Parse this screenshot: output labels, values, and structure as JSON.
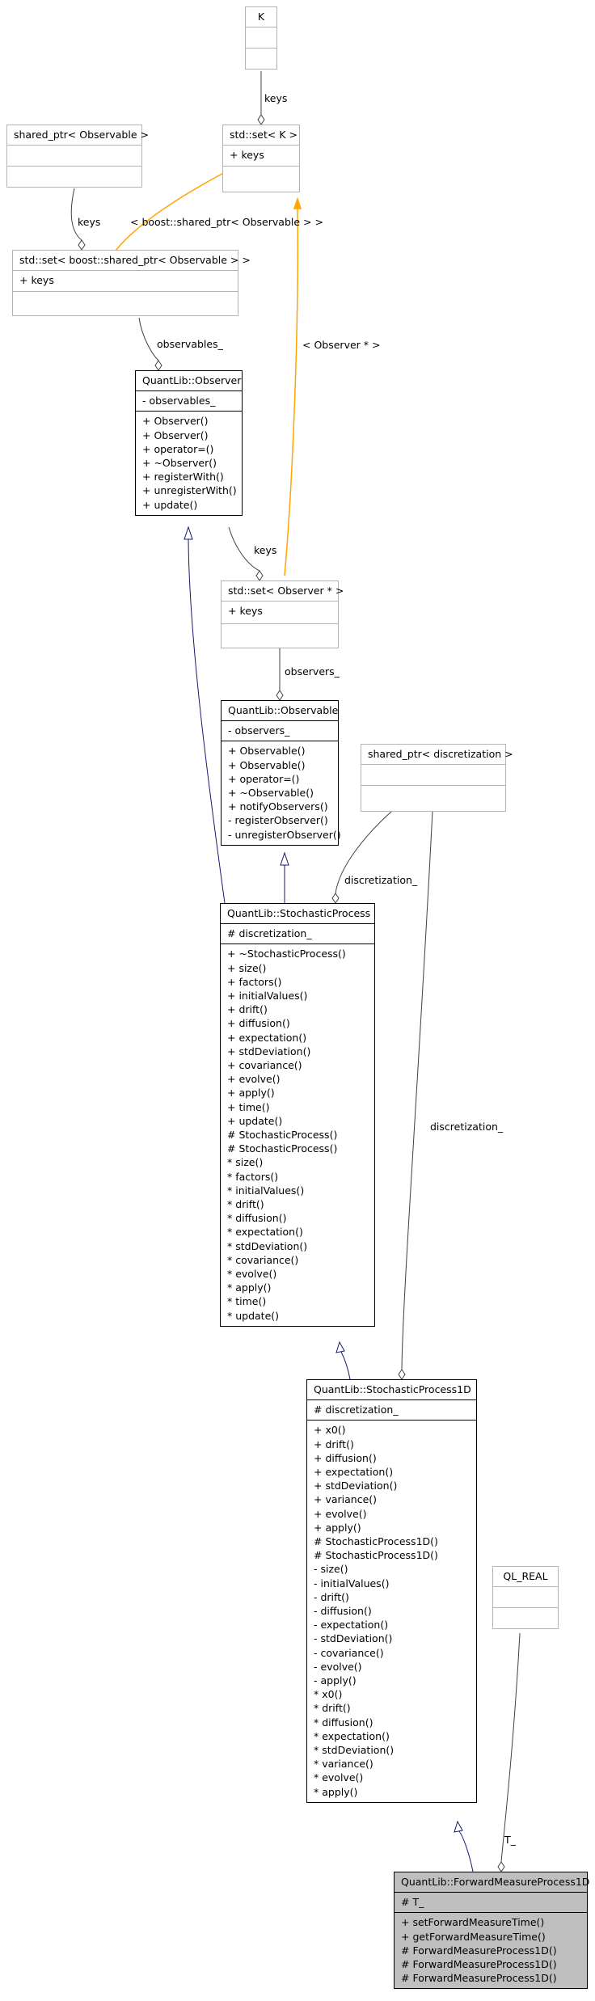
{
  "boxes": {
    "k": {
      "title": "K",
      "attributes": [],
      "methods": []
    },
    "set_k": {
      "title": "std::set< K >",
      "attributes": [
        "+ keys"
      ],
      "methods": []
    },
    "shared_obs": {
      "title": "shared_ptr< Observable >",
      "attributes": [],
      "methods": []
    },
    "set_shared_obs": {
      "title": "std::set< boost::shared_ptr< Observable > >",
      "attributes": [
        "+ keys"
      ],
      "methods": []
    },
    "observer": {
      "title": "QuantLib::Observer",
      "attributes": [
        "- observables_"
      ],
      "methods": [
        "+ Observer()",
        "+ Observer()",
        "+ operator=()",
        "+ ~Observer()",
        "+ registerWith()",
        "+ unregisterWith()",
        "+ update()"
      ]
    },
    "set_observer_ptr": {
      "title": "std::set< Observer * >",
      "attributes": [
        "+ keys"
      ],
      "methods": []
    },
    "observable": {
      "title": "QuantLib::Observable",
      "attributes": [
        "- observers_"
      ],
      "methods": [
        "+ Observable()",
        "+ Observable()",
        "+ operator=()",
        "+ ~Observable()",
        "+ notifyObservers()",
        "- registerObserver()",
        "- unregisterObserver()"
      ]
    },
    "shared_disc": {
      "title": "shared_ptr< discretization >",
      "attributes": [],
      "methods": []
    },
    "stochastic": {
      "title": "QuantLib::StochasticProcess",
      "attributes": [
        "# discretization_"
      ],
      "methods": [
        "+ ~StochasticProcess()",
        "+ size()",
        "+ factors()",
        "+ initialValues()",
        "+ drift()",
        "+ diffusion()",
        "+ expectation()",
        "+ stdDeviation()",
        "+ covariance()",
        "+ evolve()",
        "+ apply()",
        "+ time()",
        "+ update()",
        "# StochasticProcess()",
        "# StochasticProcess()",
        "* size()",
        "* factors()",
        "* initialValues()",
        "* drift()",
        "* diffusion()",
        "* expectation()",
        "* stdDeviation()",
        "* covariance()",
        "* evolve()",
        "* apply()",
        "* time()",
        "* update()"
      ]
    },
    "stochastic1d": {
      "title": "QuantLib::StochasticProcess1D",
      "attributes": [
        "# discretization_"
      ],
      "methods": [
        "+ x0()",
        "+ drift()",
        "+ diffusion()",
        "+ expectation()",
        "+ stdDeviation()",
        "+ variance()",
        "+ evolve()",
        "+ apply()",
        "# StochasticProcess1D()",
        "# StochasticProcess1D()",
        "- size()",
        "- initialValues()",
        "- drift()",
        "- diffusion()",
        "- expectation()",
        "- stdDeviation()",
        "- covariance()",
        "- evolve()",
        "- apply()",
        "* x0()",
        "* drift()",
        "* diffusion()",
        "* expectation()",
        "* stdDeviation()",
        "* variance()",
        "* evolve()",
        "* apply()"
      ]
    },
    "ql_real": {
      "title": "QL_REAL",
      "attributes": [],
      "methods": []
    },
    "forward": {
      "title": "QuantLib::ForwardMeasureProcess1D",
      "attributes": [
        "# T_"
      ],
      "methods": [
        "+ setForwardMeasureTime()",
        "+ getForwardMeasureTime()",
        "# ForwardMeasureProcess1D()",
        "# ForwardMeasureProcess1D()",
        "# ForwardMeasureProcess1D()"
      ]
    }
  },
  "edge_labels": {
    "k_keys": "keys",
    "boost_shared": "< boost::shared_ptr< Observable > >",
    "obs_keys": "keys",
    "observables": "observables_",
    "observer_ptr": "< Observer * >",
    "observer_keys": "keys",
    "observers": "observers_",
    "disc_small": "discretization_",
    "disc_large": "discretization_",
    "t": "T_"
  },
  "colors": {
    "composition_edge": "#404040",
    "inheritance_edge": "#191970",
    "template_edge": "#ffa500",
    "highlight_fill": "#bfbfbf"
  }
}
